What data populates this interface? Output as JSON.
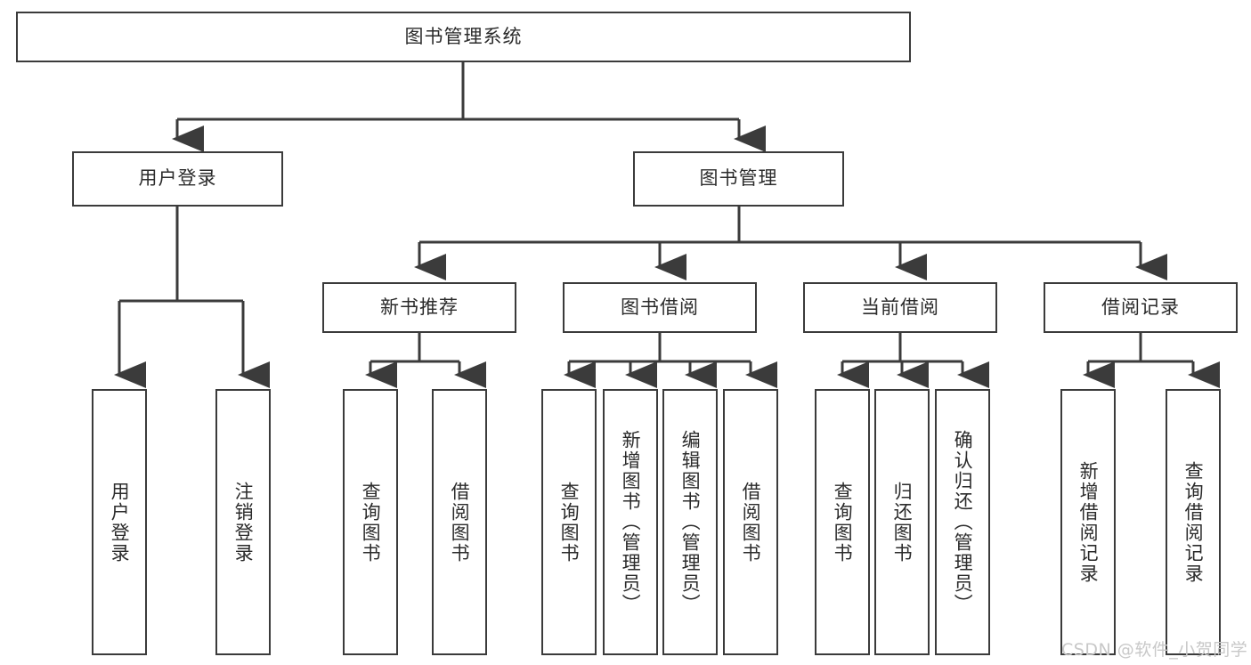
{
  "diagram": {
    "type": "tree-hierarchy-chart",
    "title": "图书管理系统",
    "orientation": "top-down",
    "colors": {
      "box_border": "#3b3b3b",
      "box_fill": "#ffffff",
      "connector": "#3b3b3b",
      "text": "#2b2b2b",
      "watermark": "#c8c8c8",
      "background": "#ffffff"
    },
    "root": {
      "id": "root",
      "label": "图书管理系统",
      "orientation": "horizontal"
    },
    "level2": [
      {
        "id": "user-login",
        "label": "用户登录",
        "orientation": "horizontal"
      },
      {
        "id": "book-manage",
        "label": "图书管理",
        "orientation": "horizontal"
      }
    ],
    "level3": [
      {
        "id": "new-book-rec",
        "label": "新书推荐",
        "parent": "book-manage",
        "orientation": "horizontal"
      },
      {
        "id": "book-borrow",
        "label": "图书借阅",
        "parent": "book-manage",
        "orientation": "horizontal"
      },
      {
        "id": "current-borrow",
        "label": "当前借阅",
        "parent": "book-manage",
        "orientation": "horizontal"
      },
      {
        "id": "borrow-record",
        "label": "借阅记录",
        "parent": "book-manage",
        "orientation": "horizontal"
      }
    ],
    "leaves": [
      {
        "id": "leaf-user-login",
        "label": "用户登录",
        "parent": "user-login",
        "orientation": "vertical"
      },
      {
        "id": "leaf-logout-login",
        "label": "注销登录",
        "parent": "user-login",
        "orientation": "vertical"
      },
      {
        "id": "leaf-query-book-1",
        "label": "查询图书",
        "parent": "new-book-rec",
        "orientation": "vertical"
      },
      {
        "id": "leaf-borrow-book-1",
        "label": "借阅图书",
        "parent": "new-book-rec",
        "orientation": "vertical"
      },
      {
        "id": "leaf-query-book-2",
        "label": "查询图书",
        "parent": "book-borrow",
        "orientation": "vertical"
      },
      {
        "id": "leaf-add-book",
        "label": "新增图书（管理员）",
        "parent": "book-borrow",
        "orientation": "vertical"
      },
      {
        "id": "leaf-edit-book",
        "label": "编辑图书（管理员）",
        "parent": "book-borrow",
        "orientation": "vertical"
      },
      {
        "id": "leaf-borrow-book-2",
        "label": "借阅图书",
        "parent": "book-borrow",
        "orientation": "vertical"
      },
      {
        "id": "leaf-query-book-3",
        "label": "查询图书",
        "parent": "current-borrow",
        "orientation": "vertical"
      },
      {
        "id": "leaf-return-book",
        "label": "归还图书",
        "parent": "current-borrow",
        "orientation": "vertical"
      },
      {
        "id": "leaf-confirm-return",
        "label": "确认归还（管理员）",
        "parent": "current-borrow",
        "orientation": "vertical"
      },
      {
        "id": "leaf-add-record",
        "label": "新增借阅记录",
        "parent": "borrow-record",
        "orientation": "vertical"
      },
      {
        "id": "leaf-query-record",
        "label": "查询借阅记录",
        "parent": "borrow-record",
        "orientation": "vertical"
      }
    ],
    "watermark": "CSDN @软件_小贺同学"
  }
}
